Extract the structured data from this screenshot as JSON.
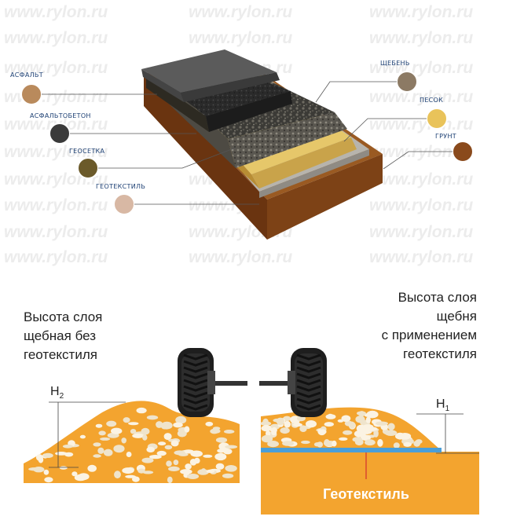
{
  "watermark": "www.rylon.ru",
  "layers_left": [
    {
      "label": "АСФАЛЬТ",
      "color": "#b98a5c"
    },
    {
      "label": "АСФАЛЬТОБЕТОН",
      "color": "#3a3a3a"
    },
    {
      "label": "ГЕОСЕТКА",
      "color": "#6b5a2a"
    },
    {
      "label": "ГЕОТЕКСТИЛЬ",
      "color": "#d8b8a4"
    }
  ],
  "layers_right": [
    {
      "label": "ЩЕБЕНЬ",
      "color": "#8c7a64"
    },
    {
      "label": "ПЕСОК",
      "color": "#e9c35a"
    },
    {
      "label": "ГРУНТ",
      "color": "#8a4a1c"
    }
  ],
  "left_caption": [
    "Высота слоя",
    "щебная без",
    "геотекстиля"
  ],
  "right_caption": [
    "Высота слоя",
    "щебня",
    "с применением",
    "геотекстиля"
  ],
  "h_left": {
    "main": "H",
    "sub": "2"
  },
  "h_right": {
    "main": "H",
    "sub": "1"
  },
  "geotextile_label": "Геотекстиль"
}
